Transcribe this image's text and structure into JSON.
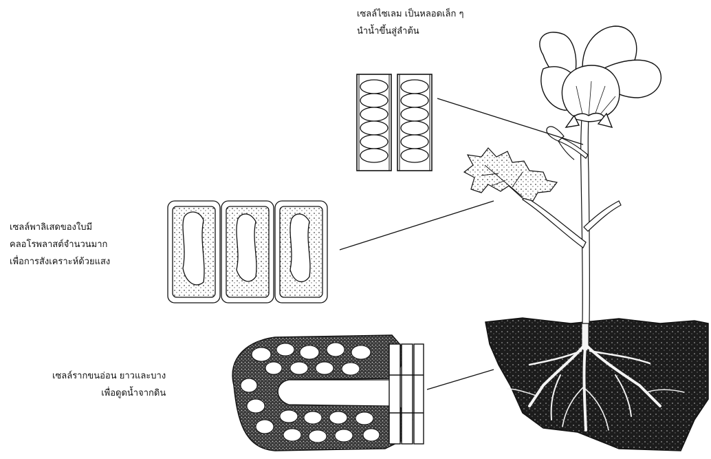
{
  "labels": {
    "xylem": [
      "เซลล์ไซเลม เป็นหลอดเล็ก ๆ",
      "นำน้ำขึ้นสู่ลำต้น"
    ],
    "palisade": [
      "เซลล์พาลิเสดของใบมี",
      "คลอโรพลาสต์จำนวนมาก",
      "เพื่อการสังเคราะห์ด้วยแสง"
    ],
    "root_hair": [
      "เซลล์รากขนอ่อน ยาวและบาง",
      "เพื่อดูดน้ำจากดิน"
    ]
  },
  "colors": {
    "ink": "#111111",
    "paper": "#ffffff",
    "soil": "#1c1c1c"
  }
}
